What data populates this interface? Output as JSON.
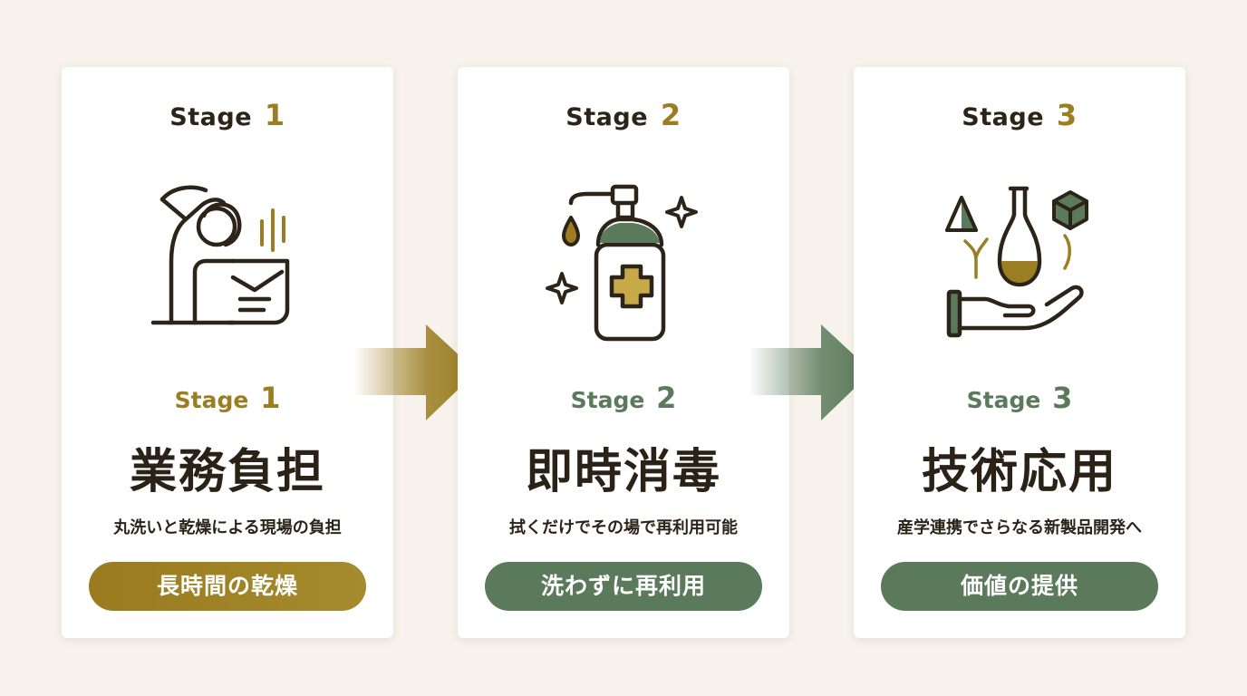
{
  "stages": [
    {
      "stage_label": "Stage",
      "stage_number": "1",
      "title": "業務負担",
      "description": "丸洗いと乾燥による現場の負担",
      "pill": "長時間の乾燥",
      "icon": "stressed-worker-icon"
    },
    {
      "stage_label": "Stage",
      "stage_number": "2",
      "title": "即時消毒",
      "description": "拭くだけでその場で再利用可能",
      "pill": "洗わずに再利用",
      "icon": "sanitizer-bottle-icon"
    },
    {
      "stage_label": "Stage",
      "stage_number": "3",
      "title": "技術応用",
      "description": "産学連携でさらなる新製品開発へ",
      "pill": "価値の提供",
      "icon": "hand-offering-flask-icon"
    }
  ],
  "colors": {
    "gold": "#9b7d22",
    "green": "#5b7a5b",
    "dark": "#2c2418",
    "background": "#f7f3ec"
  }
}
